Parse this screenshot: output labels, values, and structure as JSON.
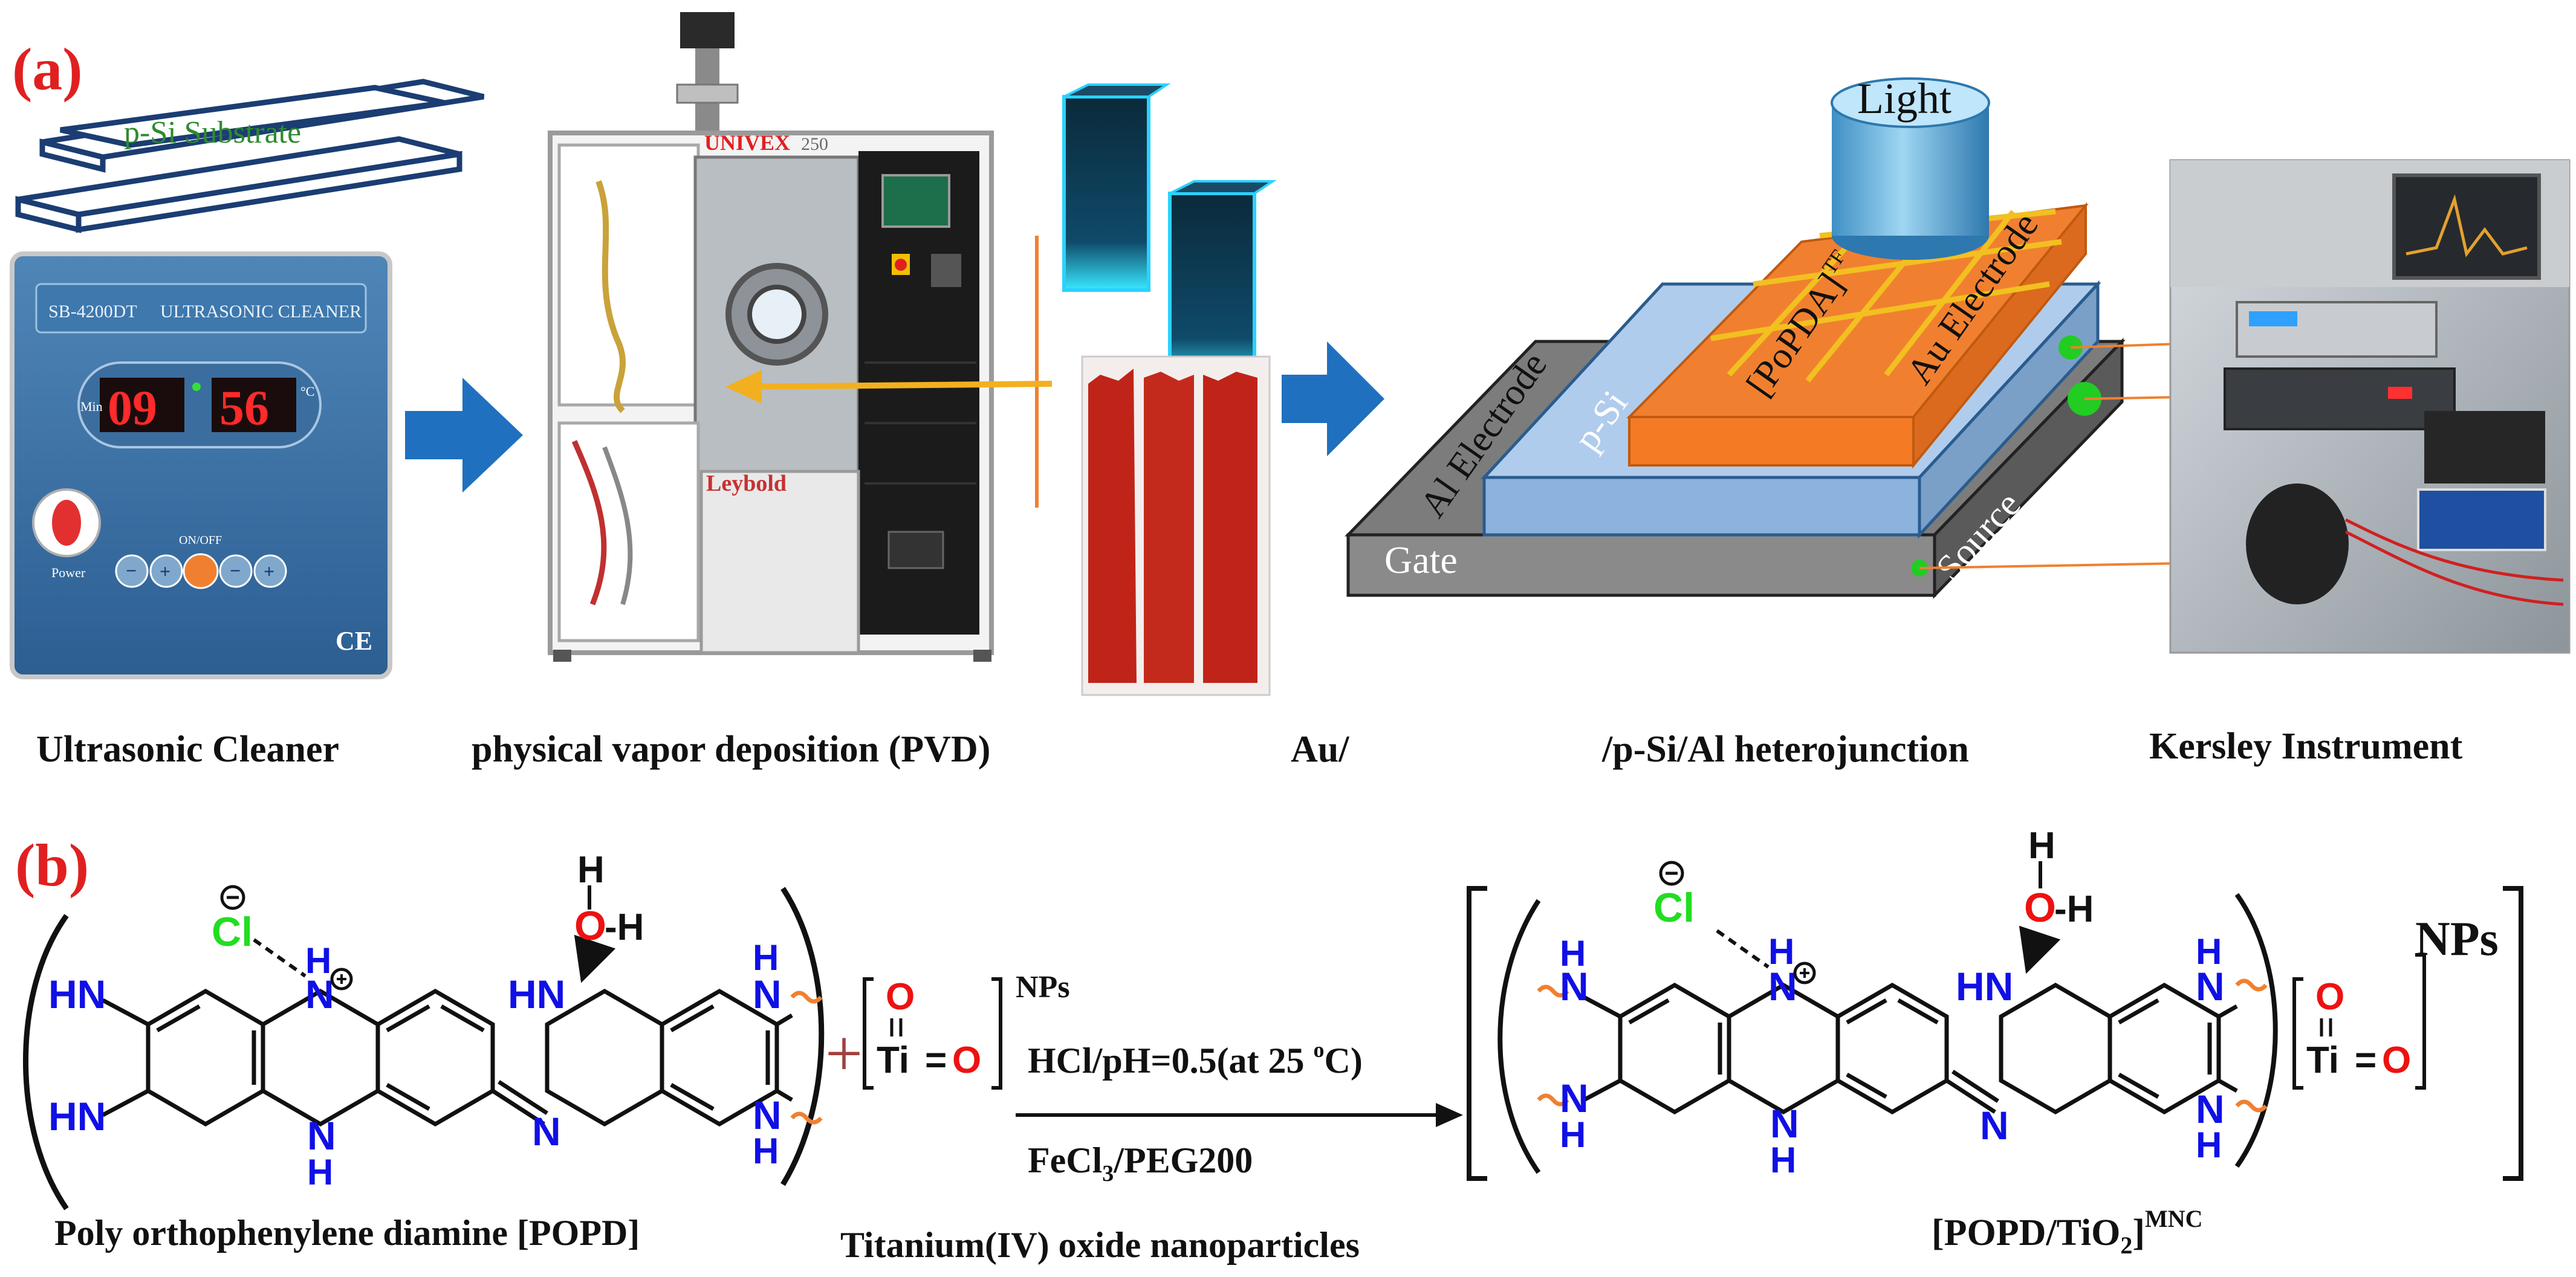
{
  "panel_a": {
    "label": "(a)",
    "substrate_label": "p-Si Substrate",
    "cleaner": {
      "model": "SB-4200DT",
      "brand_text": "ULTRASONIC CLEANER",
      "time_display": "09",
      "temp_display": "56",
      "min_label": "Min",
      "temp_unit": "°C",
      "power_label": "Power",
      "onoff_label": "ON/OFF",
      "ce_mark": "CE"
    },
    "pvd": {
      "brand": "UNIVEX",
      "model_number": "250",
      "maker": "Leybold"
    },
    "device": {
      "light_label": "Light",
      "active_layer_label": "[PoPDA]",
      "active_layer_sup": "TF",
      "au_electrode_label": "Au Electrode",
      "psi_label": "p-Si",
      "al_electrode_label": "Al Electrode",
      "gate_label": "Gate",
      "source_label": "Source"
    },
    "captions": {
      "cleaner": "Ultrasonic Cleaner",
      "pvd": "physical vapor deposition (PVD)",
      "au": "Au/",
      "heterojunction": "/p-Si/Al  heterojunction",
      "instrument": "Kersley Instrument"
    }
  },
  "panel_b": {
    "label": "(b)",
    "atoms": {
      "h": "H",
      "o": "O",
      "oh_h": "-H",
      "cl": "Cl",
      "minus": "−",
      "plus": "+",
      "nh_hn": "HN",
      "nh_n": "N",
      "nh_h": "H",
      "n": "N",
      "ti": "Ti",
      "dbl": "="
    },
    "nps_left": "NPs",
    "nps_right": "NPs",
    "condition_1": "HCl/pH=0.5(at 25 ",
    "condition_1_sup": "o",
    "condition_1_end": "C)",
    "condition_2_pre": "FeCl",
    "condition_2_sub": "3",
    "condition_2_post": "/PEG200",
    "captions": {
      "popd": "Poly orthophenylene diamine [POPD]",
      "tio2": "Titanium(IV) oxide nanoparticles",
      "product_pre": "[POPD/TiO",
      "product_sub": "2",
      "product_post": "]",
      "product_sup": "MNC"
    }
  },
  "colors": {
    "label_red": "#e02020",
    "nitrogen_blue": "#1010e6",
    "oxygen_red": "#ee1111",
    "chlorine_green": "#22dd22",
    "arrow_blue": "#2070c0",
    "orange_layer": "#f08030",
    "gold_grid": "#f2c020"
  }
}
